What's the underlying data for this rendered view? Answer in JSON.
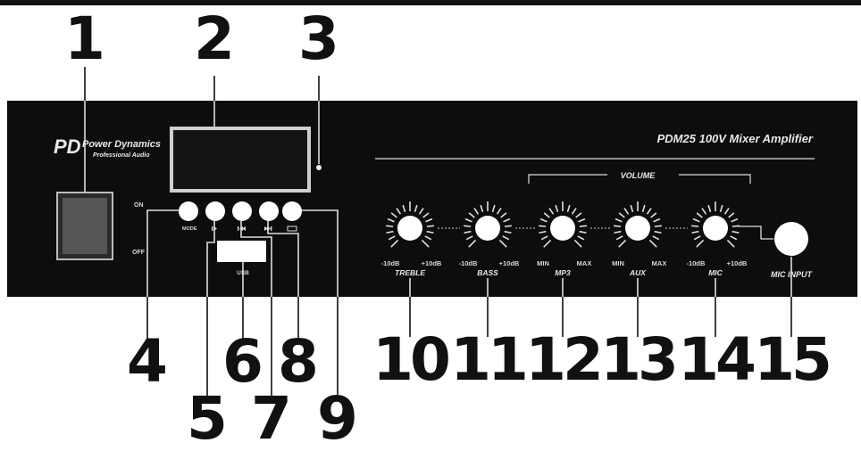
{
  "brand": {
    "logo_letters": "PD",
    "name": "Power Dynamics",
    "tagline": "Professional Audio"
  },
  "model_title": "PDM25 100V Mixer Amplifier",
  "volume_group_label": "VOLUME",
  "power_switch": {
    "on_label": "ON",
    "off_label": "OFF"
  },
  "small_buttons": {
    "mode_label": "MODE",
    "play_pause_icon": "play-pause-icon",
    "prev_icon": "skip-back-icon",
    "next_icon": "skip-forward-icon",
    "repeat_icon": "repeat-icon"
  },
  "usb_label": "USB",
  "knobs": [
    {
      "name": "TREBLE",
      "min_label": "-10dB",
      "max_label": "+10dB"
    },
    {
      "name": "BASS",
      "min_label": "-10dB",
      "max_label": "+10dB"
    },
    {
      "name": "MP3",
      "min_label": "MIN",
      "max_label": "MAX"
    },
    {
      "name": "AUX",
      "min_label": "MIN",
      "max_label": "MAX"
    },
    {
      "name": "MIC",
      "min_label": "-10dB",
      "max_label": "+10dB"
    }
  ],
  "mic_input_label": "MIC INPUT",
  "callouts": [
    "1",
    "2",
    "3",
    "4",
    "5",
    "6",
    "7",
    "8",
    "9",
    "10",
    "11",
    "12",
    "13",
    "14",
    "15"
  ],
  "colors": {
    "panel": "#0d0d0d",
    "callout": "#111111",
    "text": "#e8e8e8"
  }
}
